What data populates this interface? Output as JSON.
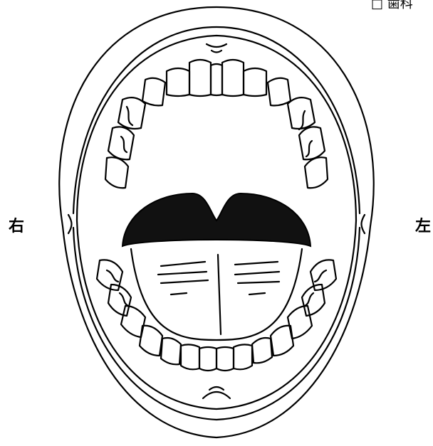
{
  "labels": {
    "right": "右",
    "left": "左",
    "top_mark": "□ 歯科"
  },
  "colors": {
    "line": "#000000",
    "background": "#ffffff",
    "tongue_shadow": "#111111"
  },
  "icons": {
    "top_mark": "checkbox-square-icon"
  }
}
